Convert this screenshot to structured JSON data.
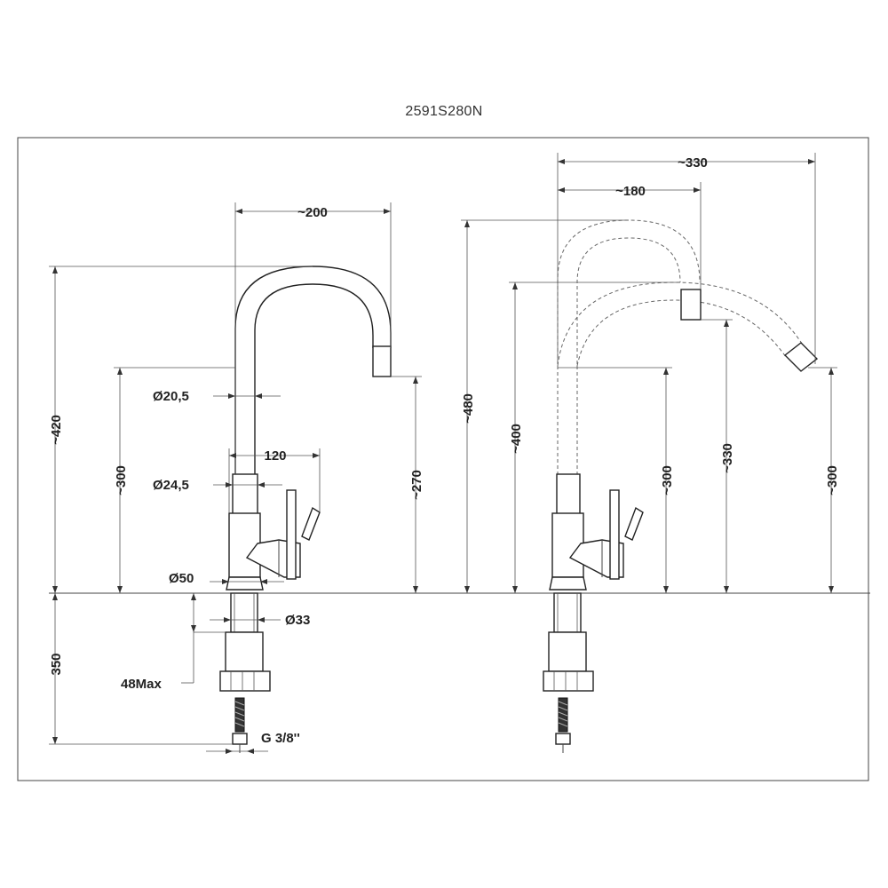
{
  "title": "2591S280N",
  "left_view": {
    "reach": "~200",
    "height_total": "~420",
    "height_spout": "~300",
    "height_outlet": "~270",
    "spout_diameter": "Ø20,5",
    "lever_offset": "120",
    "body_diameter": "Ø24,5",
    "base_diameter": "Ø50",
    "shank_diameter": "Ø33",
    "max_thickness": "48Max",
    "shank_length": "350",
    "connector": "G 3/8''"
  },
  "right_view": {
    "reach_extended": "~330",
    "reach_normal": "~180",
    "height_extended": "~480",
    "height_normal": "~400",
    "height_spout_base": "~300",
    "height_outlet_normal": "~330",
    "height_outlet_extended": "~300"
  }
}
